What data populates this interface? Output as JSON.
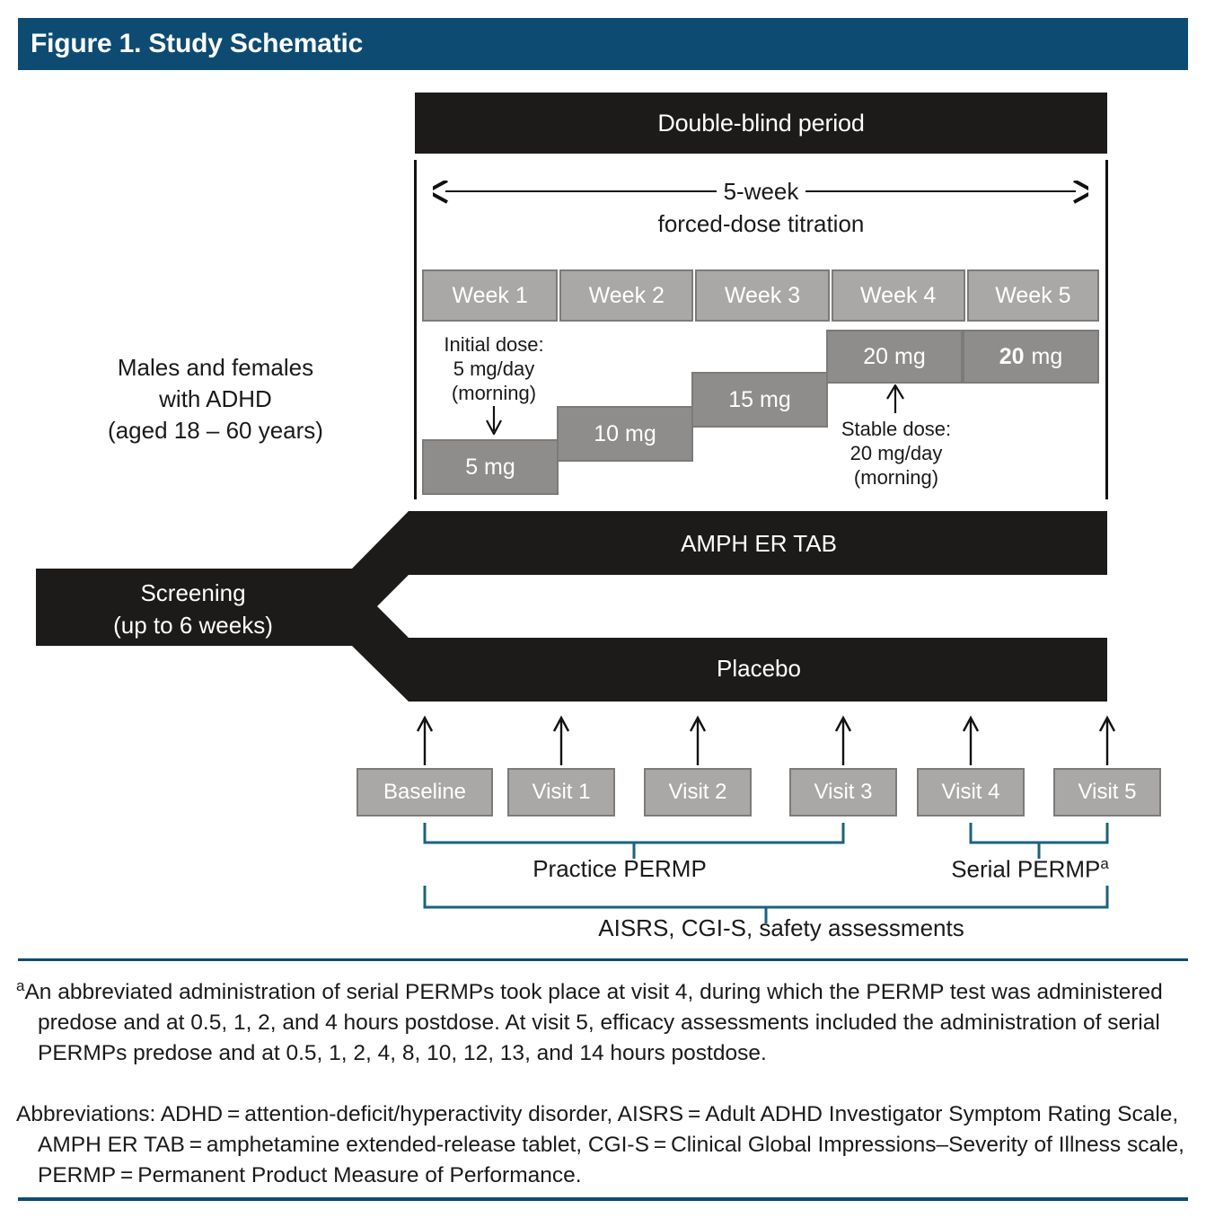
{
  "figure": {
    "title": "Figure 1. Study Schematic",
    "accent_color": "#0d4b73",
    "bracket_color": "#1a6280",
    "bar_color": "#1c1b1a",
    "week_box_color": "#a9a8a6",
    "dose_box_color": "#8e8d8b"
  },
  "population": {
    "line1": "Males and females",
    "line2": "with ADHD",
    "line3": "(aged 18 – 60 years)"
  },
  "double_blind": {
    "label": "Double-blind period",
    "titration_line1": "5-week",
    "titration_line2": "forced-dose titration"
  },
  "weeks": [
    {
      "label": "Week 1"
    },
    {
      "label": "Week 2"
    },
    {
      "label": "Week 3"
    },
    {
      "label": "Week 4"
    },
    {
      "label": "Week 5"
    }
  ],
  "doses": [
    {
      "label": "5 mg",
      "week": "Week 1"
    },
    {
      "label": "10 mg",
      "week": "Week 2"
    },
    {
      "label": "15 mg",
      "week": "Week 3"
    },
    {
      "label": "20 mg",
      "week": "Week 4"
    },
    {
      "label_bold": "20",
      "label_rest": "mg",
      "week": "Week 5"
    }
  ],
  "annotations": {
    "initial_dose": {
      "line1": "Initial dose:",
      "line2": "5 mg/day",
      "line3": "(morning)"
    },
    "stable_dose": {
      "line1": "Stable dose:",
      "line2": "20 mg/day",
      "line3": "(morning)"
    }
  },
  "arms": {
    "screening_line1": "Screening",
    "screening_line2": "(up to 6 weeks)",
    "active": "AMPH ER TAB",
    "control": "Placebo"
  },
  "visits": [
    {
      "label": "Baseline"
    },
    {
      "label": "Visit 1"
    },
    {
      "label": "Visit 2"
    },
    {
      "label": "Visit 3"
    },
    {
      "label": "Visit 4"
    },
    {
      "label": "Visit 5"
    }
  ],
  "brackets": {
    "practice": "Practice PERMP",
    "serial": "Serial PERMP",
    "serial_sup": "a",
    "aisrs": "AISRS, CGI-S, safety assessments"
  },
  "footnotes": {
    "marker_a": "a",
    "note_a": "An abbreviated administration of serial PERMPs took place at visit 4, during which the PERMP test was administered predose and at 0.5, 1, 2, and 4 hours postdose. At visit 5, efficacy assessments included the administration of serial PERMPs predose and at 0.5, 1, 2, 4, 8, 10, 12, 13, and 14 hours postdose.",
    "abbreviations": "Abbreviations: ADHD = attention-deficit/hyperactivity disorder, AISRS = Adult ADHD Investigator Symptom Rating Scale, AMPH ER TAB = amphetamine extended-release tablet, CGI-S = Clinical Global Impressions–Severity of Illness scale, PERMP = Permanent Product Measure of Performance."
  }
}
